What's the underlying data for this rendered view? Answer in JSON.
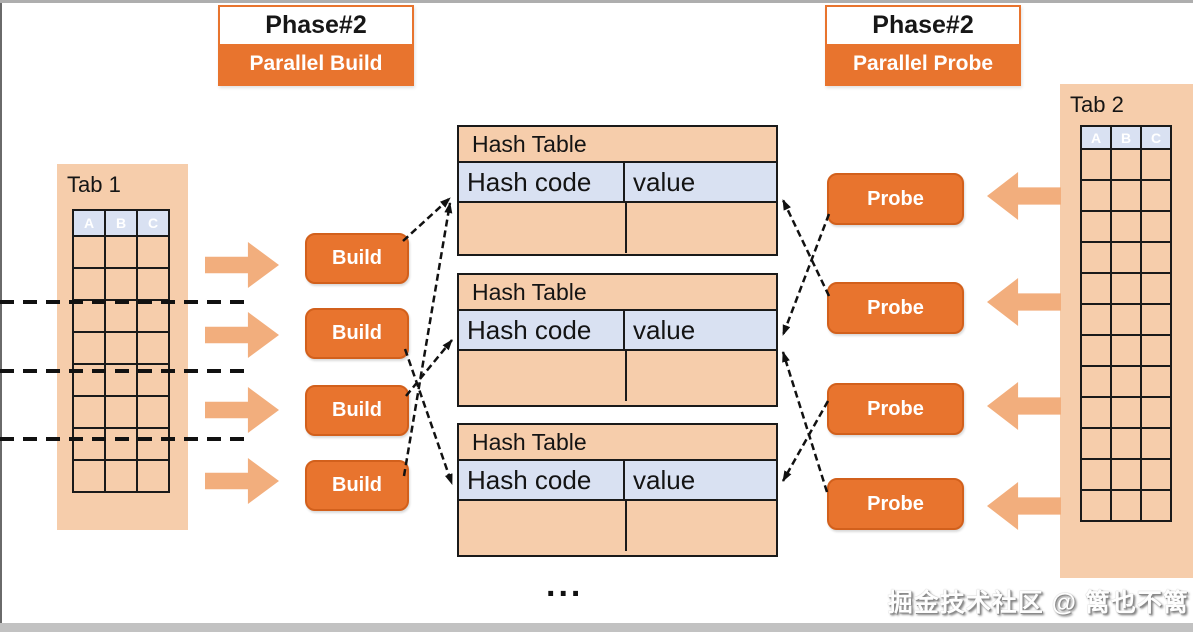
{
  "phase_build": {
    "phase": "Phase#2",
    "label": "Parallel Build"
  },
  "phase_probe": {
    "phase": "Phase#2",
    "label": "Parallel Probe"
  },
  "tab1": {
    "title": "Tab 1",
    "columns": [
      "A",
      "B",
      "C"
    ],
    "body_rows": 8,
    "partitions": 4
  },
  "tab2": {
    "title": "Tab 2",
    "columns": [
      "A",
      "B",
      "C"
    ],
    "body_rows": 12
  },
  "build_buttons": [
    "Build",
    "Build",
    "Build",
    "Build"
  ],
  "probe_buttons": [
    "Probe",
    "Probe",
    "Probe",
    "Probe"
  ],
  "hash_tables": [
    {
      "title": "Hash Table",
      "key_header": "Hash code",
      "value_header": "value"
    },
    {
      "title": "Hash Table",
      "key_header": "Hash code",
      "value_header": "value"
    },
    {
      "title": "Hash Table",
      "key_header": "Hash code",
      "value_header": "value"
    }
  ],
  "ellipsis": "...",
  "watermark": "掘金技术社区 @ 篱也不篱",
  "colors": {
    "orange": "#e8742e",
    "peach_panel": "#f6cdab",
    "header_blue": "#d9e1f2",
    "block_arrow": "#f2ae7d",
    "line_black": "#1a1a1a"
  }
}
